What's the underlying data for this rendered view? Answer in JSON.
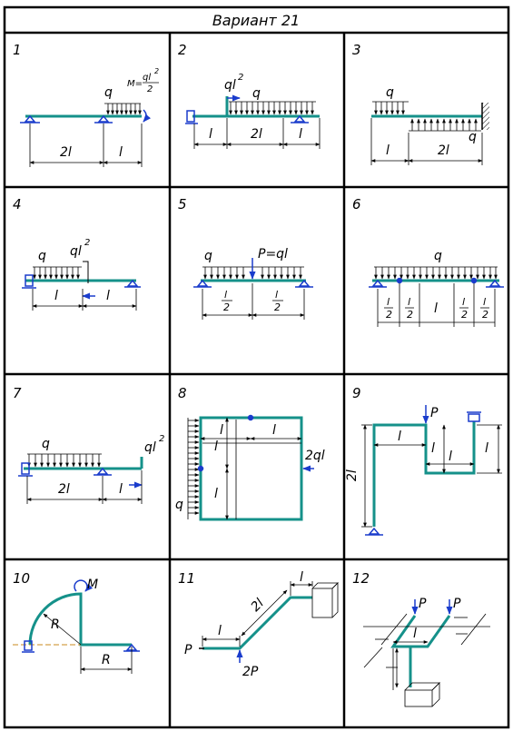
{
  "header": {
    "title": "Вариант 21"
  },
  "panels": [
    {
      "number": "1",
      "labels": {
        "q": "q",
        "M": "M=",
        "num": "ql",
        "exp": "2",
        "den": "2",
        "d1": "2l",
        "d2": "l"
      }
    },
    {
      "number": "2",
      "labels": {
        "ql": "ql",
        "exp": "2",
        "q": "q",
        "d1": "l",
        "d2": "2l",
        "d3": "l"
      }
    },
    {
      "number": "3",
      "labels": {
        "q1": "q",
        "q2": "q",
        "d1": "l",
        "d2": "2l"
      }
    },
    {
      "number": "4",
      "labels": {
        "q": "q",
        "ql": "ql",
        "exp": "2",
        "d1": "l",
        "d2": "l"
      }
    },
    {
      "number": "5",
      "labels": {
        "q": "q",
        "P": "P=ql",
        "n1": "l",
        "den1": "2",
        "n2": "l",
        "den2": "2"
      }
    },
    {
      "number": "6",
      "labels": {
        "q": "q",
        "a": "l",
        "ad": "2",
        "b": "l",
        "bd": "2",
        "c": "l",
        "e": "l",
        "ed": "2",
        "f": "l",
        "fd": "2"
      }
    },
    {
      "number": "7",
      "labels": {
        "q": "q",
        "ql": "ql",
        "exp": "2",
        "d1": "2l",
        "d2": "l"
      }
    },
    {
      "number": "8",
      "labels": {
        "l1": "l",
        "l2": "l",
        "l3": "l",
        "l4": "l",
        "F": "2ql",
        "q": "q"
      }
    },
    {
      "number": "9",
      "labels": {
        "P": "P",
        "l1": "l",
        "l2": "l",
        "l3": "l",
        "l4": "l",
        "h": "2l"
      }
    },
    {
      "number": "10",
      "labels": {
        "M": "M",
        "R1": "R",
        "R2": "R"
      }
    },
    {
      "number": "11",
      "labels": {
        "P": "P",
        "P2": "2P",
        "l1": "l",
        "l2": "2l",
        "l3": "l"
      }
    },
    {
      "number": "12",
      "labels": {
        "P1": "P",
        "P2": "P",
        "l": "l"
      }
    }
  ]
}
